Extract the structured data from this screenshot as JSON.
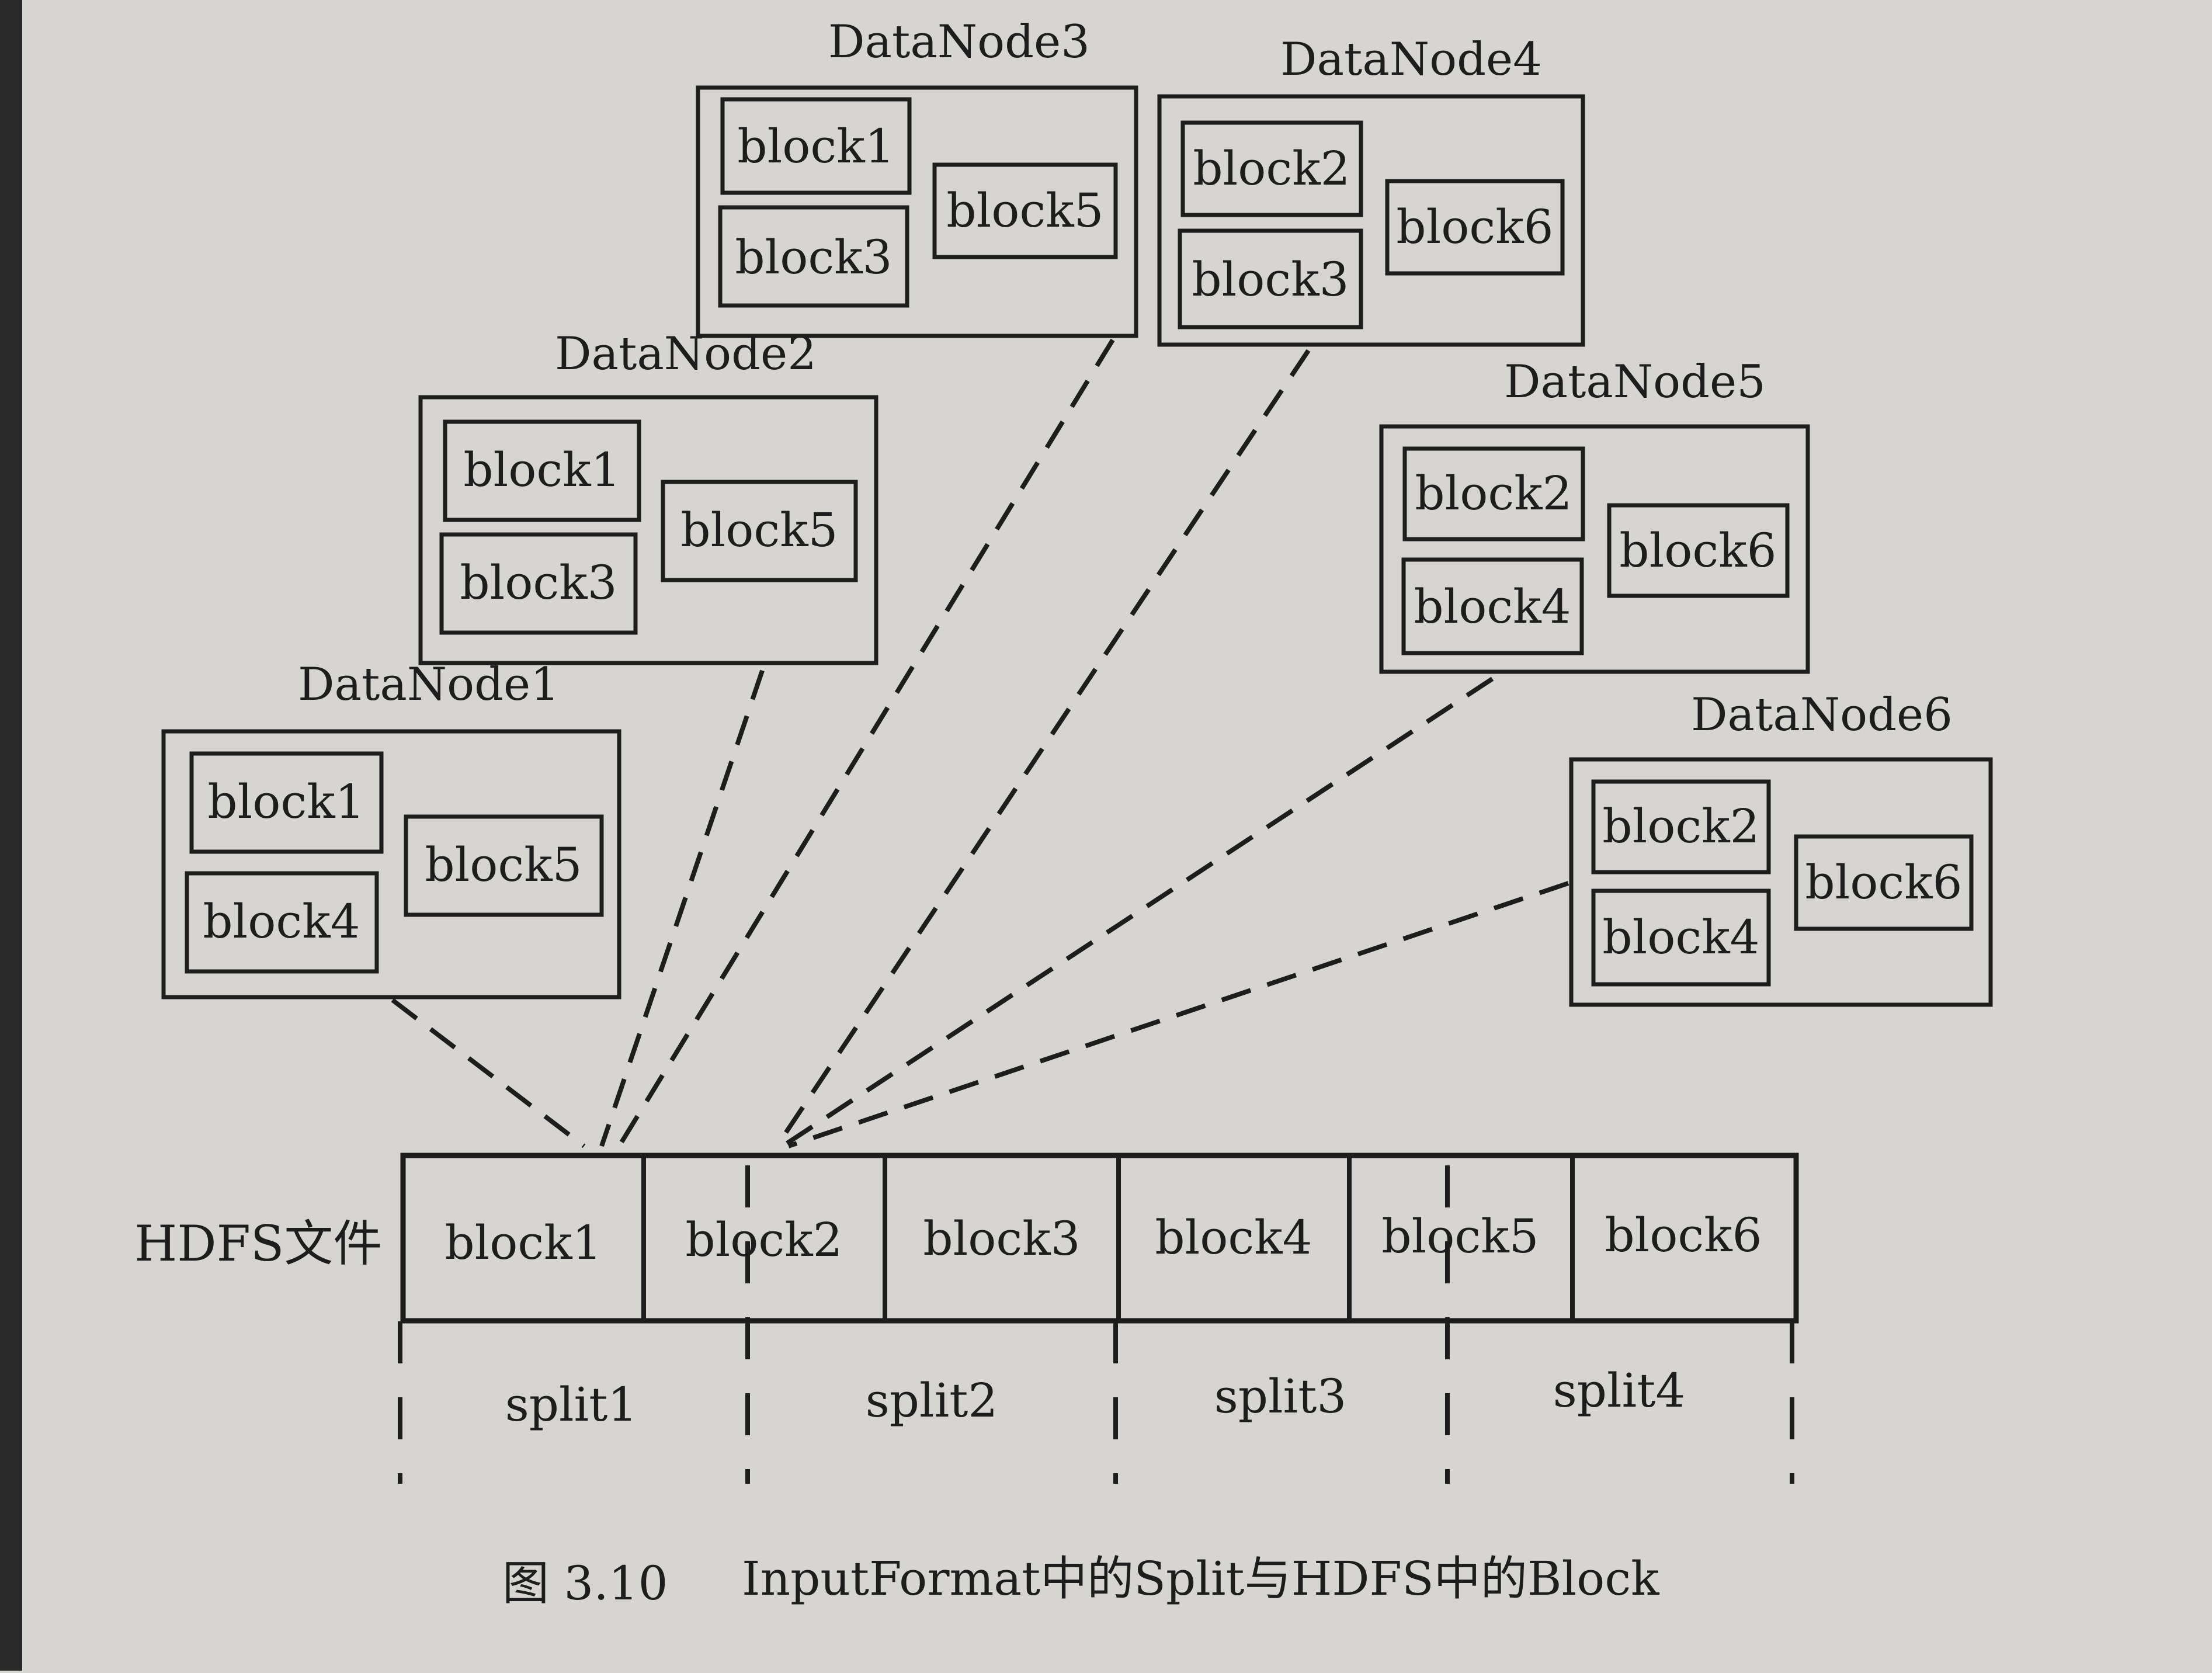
{
  "datanodes": [
    {
      "title": "DataNode1",
      "blocks": [
        "block1",
        "block4",
        "block5"
      ]
    },
    {
      "title": "DataNode2",
      "blocks": [
        "block1",
        "block3",
        "block5"
      ]
    },
    {
      "title": "DataNode3",
      "blocks": [
        "block1",
        "block3",
        "block5"
      ]
    },
    {
      "title": "DataNode4",
      "blocks": [
        "block2",
        "block3",
        "block6"
      ]
    },
    {
      "title": "DataNode5",
      "blocks": [
        "block2",
        "block4",
        "block6"
      ]
    },
    {
      "title": "DataNode6",
      "blocks": [
        "block2",
        "block4",
        "block6"
      ]
    }
  ],
  "hdfs_file": {
    "label": "HDFS文件",
    "blocks": [
      "block1",
      "block2",
      "block3",
      "block4",
      "block5",
      "block6"
    ]
  },
  "splits": [
    "split1",
    "split2",
    "split3",
    "split4"
  ],
  "caption": {
    "number": "图 3.10",
    "text": "InputFormat中的Split与HDFS中的Block"
  }
}
